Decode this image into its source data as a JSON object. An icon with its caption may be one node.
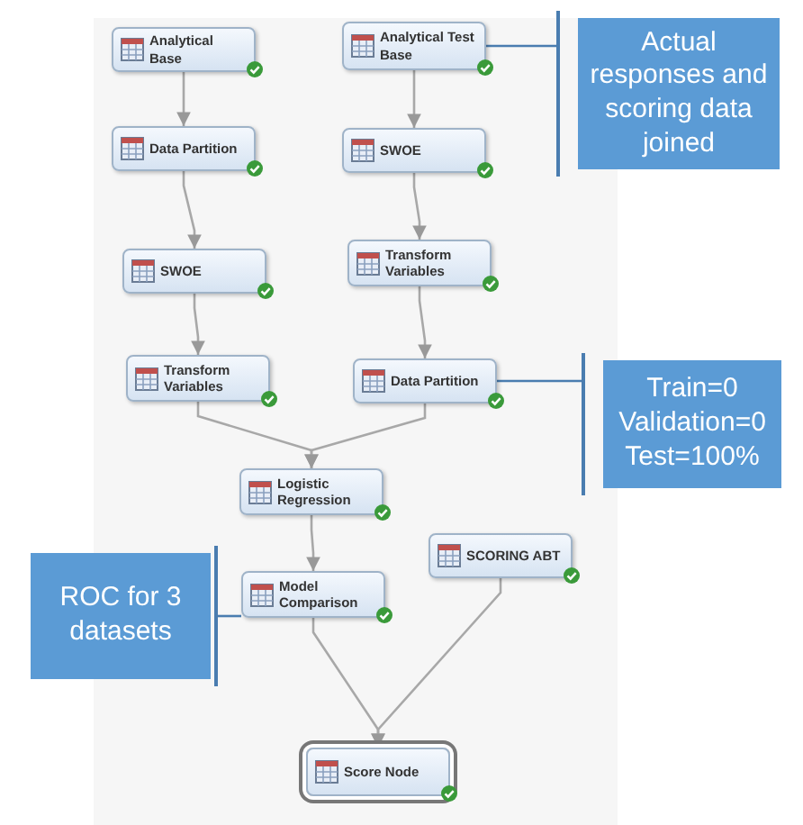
{
  "diagram": {
    "nodes": [
      {
        "text": [
          "Analytical Base"
        ]
      },
      {
        "text": [
          "Analytical Test Base"
        ]
      },
      {
        "text": [
          "Data Partition"
        ]
      },
      {
        "text": [
          "SWOE"
        ]
      },
      {
        "text": [
          "SWOE"
        ]
      },
      {
        "text": [
          "Transform Variables"
        ]
      },
      {
        "text": [
          "Transform Variables"
        ]
      },
      {
        "text": [
          "Data Partition"
        ]
      },
      {
        "text": [
          "Logistic Regression"
        ]
      },
      {
        "text": [
          "SCORING ABT"
        ]
      },
      {
        "text": [
          "Model Comparison"
        ]
      },
      {
        "text": [
          "Score Node"
        ]
      },
      {
        "text": [
          "Actual responses and scoring data joined"
        ]
      },
      {
        "text": [
          "Train=0 Validation=0 Test=100%"
        ]
      },
      {
        "text": [
          "ROC for 3 datasets"
        ]
      }
    ],
    "edges": [
      {
        "from": 0,
        "to": 2,
        "arrow": "to"
      },
      {
        "from": 1,
        "to": 3,
        "arrow": "to"
      },
      {
        "from": 2,
        "to": 4,
        "arrow": "to"
      },
      {
        "from": 3,
        "to": 5,
        "arrow": "to"
      },
      {
        "from": 4,
        "to": 6,
        "arrow": "to"
      },
      {
        "from": 5,
        "to": 7,
        "arrow": "to"
      },
      {
        "from": 6,
        "to": 8,
        "arrow": "to"
      },
      {
        "from": 7,
        "to": 8,
        "arrow": "to"
      },
      {
        "from": 8,
        "to": 10,
        "arrow": "to"
      },
      {
        "from": 10,
        "to": 11,
        "arrow": "to"
      },
      {
        "from": 9,
        "to": 11,
        "arrow": "to"
      },
      {
        "from": 1,
        "to": 12,
        "arrow": "none",
        "color": "#4a7db0"
      },
      {
        "from": 7,
        "to": 13,
        "arrow": "none",
        "color": "#4a7db0"
      },
      {
        "from": 14,
        "to": 10,
        "arrow": "none",
        "color": "#4a7db0"
      }
    ]
  }
}
